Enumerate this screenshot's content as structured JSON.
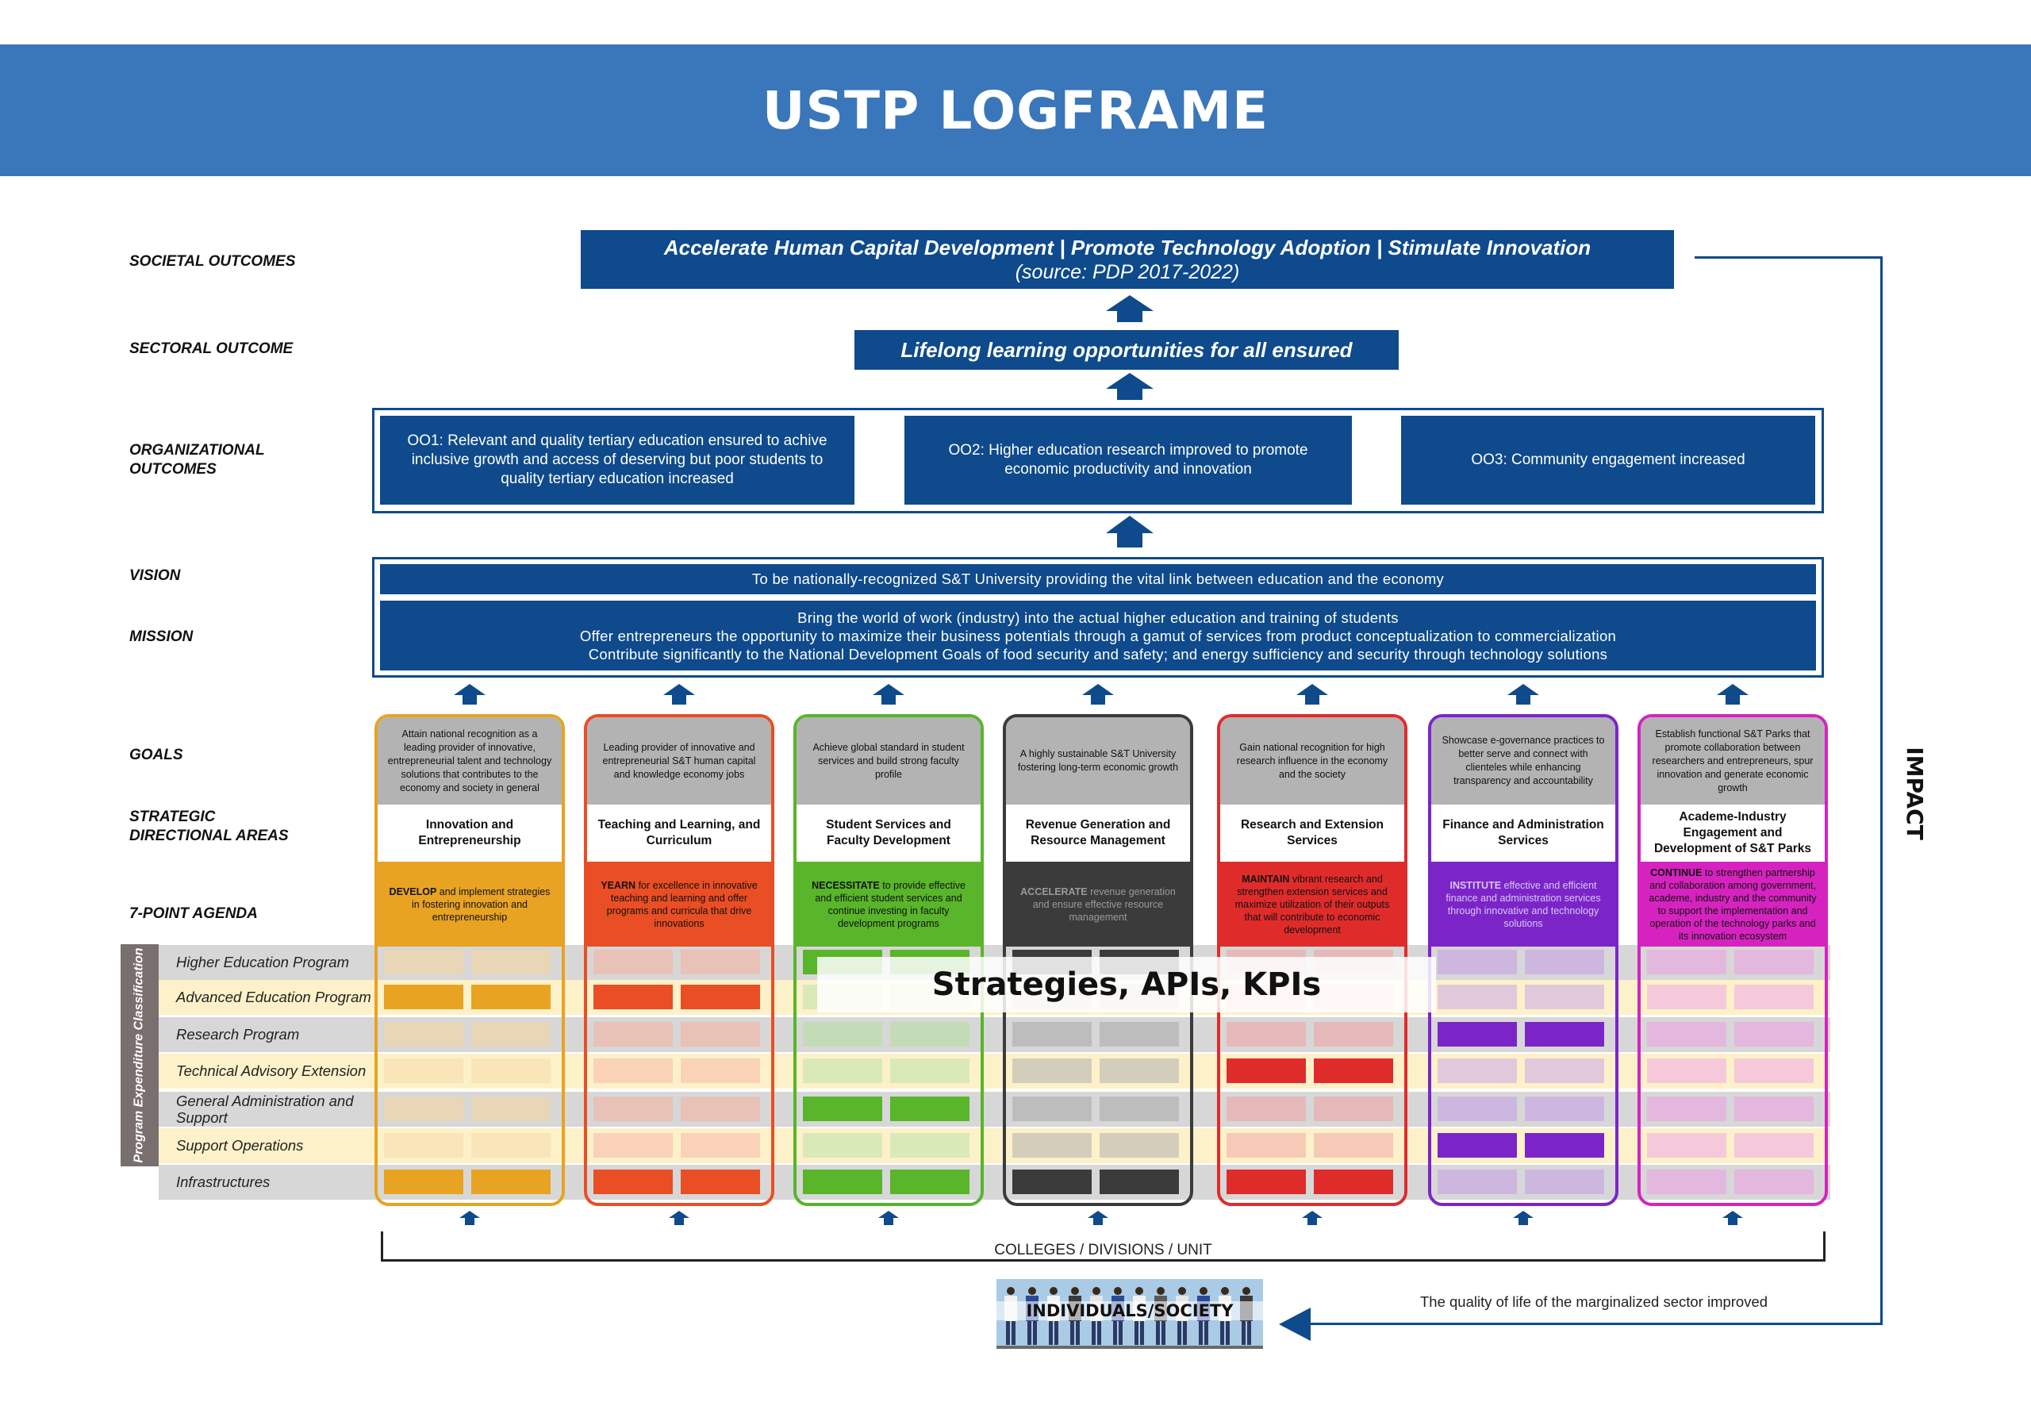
{
  "title": "USTP LOGFRAME",
  "row_labels": {
    "societal": "SOCIETAL OUTCOMES",
    "sectoral": "SECTORAL OUTCOME",
    "organizational": "ORGANIZATIONAL\nOUTCOMES",
    "vision": "VISION",
    "mission": "MISSION",
    "goals": "GOALS",
    "sda": "STRATEGIC\nDIRECTIONAL AREAS",
    "agenda": "7-POINT AGENDA"
  },
  "societal": {
    "line1": "Accelerate Human Capital Development | Promote Technology Adoption | Stimulate Innovation",
    "line2": "(source: PDP 2017-2022)"
  },
  "sectoral": "Lifelong learning opportunities for all ensured",
  "organizational": [
    "OO1: Relevant and quality tertiary education ensured to achive inclusive growth and access of deserving but poor students to quality tertiary education increased",
    "OO2: Higher education research improved to promote economic productivity and innovation",
    "OO3: Community engagement increased"
  ],
  "vision": "To be nationally-recognized S&T University providing the vital link between education and the economy",
  "mission": [
    "Bring the world of work (industry) into the actual higher education and training of students",
    "Offer entrepreneurs the opportunity to maximize their business potentials through a gamut of services from product conceptualization to commercialization",
    "Contribute significantly to the National Development Goals of food security and safety; and energy sufficiency and security through technology solutions"
  ],
  "columns": [
    {
      "goal": "Attain national recognition as a leading provider of innovative, entrepreneurial talent and technology solutions that contributes to the economy and society in general",
      "sda": "Innovation and Entrepreneurship",
      "agenda_key": "DEVELOP",
      "agenda_rest": " and implement strategies in fostering innovation and entrepreneurship",
      "color": "#e8a322",
      "agenda_text_color": "#111111"
    },
    {
      "goal": "Leading provider of innovative and entrepreneurial S&T human capital and knowledge economy jobs",
      "sda": "Teaching and Learning, and Curriculum",
      "agenda_key": "YEARN",
      "agenda_rest": " for excellence in innovative teaching and learning and offer programs and curricula that drive innovations",
      "color": "#e94e24",
      "agenda_text_color": "#111111"
    },
    {
      "goal": "Achieve global standard in student services and build strong faculty profile",
      "sda": "Student Services and Faculty Development",
      "agenda_key": "NECESSITATE",
      "agenda_rest": " to provide effective and efficient student services and continue investing in faculty development programs",
      "color": "#59b52a",
      "agenda_text_color": "#111111"
    },
    {
      "goal": "A highly sustainable S&T University fostering long-term economic growth",
      "sda": "Revenue Generation and Resource Management",
      "agenda_key": "ACCELERATE",
      "agenda_rest": " revenue generation and ensure effective resource management",
      "color": "#3b3b3b",
      "agenda_text_color": "#9a9a9a"
    },
    {
      "goal": "Gain national recognition for high research influence in the economy and the society",
      "sda": "Research and Extension Services",
      "agenda_key": "MAINTAIN",
      "agenda_rest": " vibrant research and strengthen extension services and maximize utilization of their outputs that will contribute to economic development",
      "color": "#e02b2b",
      "agenda_text_color": "#111111"
    },
    {
      "goal": "Showcase e-governance practices to better serve and connect with clienteles while enhancing transparency and accountability",
      "sda": "Finance and Administration Services",
      "agenda_key": "INSTITUTE",
      "agenda_rest": " effective and efficient finance and administration services through innovative and technology solutions",
      "color": "#7b25c9",
      "agenda_text_color": "#d9c7f0"
    },
    {
      "goal": "Establish functional S&T Parks that promote collaboration between researchers and entrepreneurs, spur innovation and generate economic growth",
      "sda": "Academe-Industry Engagement and Development of S&T Parks",
      "agenda_key": "CONTINUE",
      "agenda_rest": " to strengthen partnership and collaboration among government, academe, industry and the community to support the implementation and operation of the technology parks and its innovation ecosystem",
      "color": "#d623c0",
      "agenda_text_color": "#111111"
    }
  ],
  "program_classification_label": "Program Expenditure Classification",
  "programs": [
    "Higher Education Program",
    "Advanced Education Program",
    "Research Program",
    "Technical Advisory Extension",
    "General Administration and Support",
    "Support Operations",
    "Infrastructures"
  ],
  "overlay_text": "Strategies, APIs, KPIs",
  "colleges": "COLLEGES / DIVISIONS / UNIT",
  "individuals": "INDIVIDUALS/SOCIETY",
  "impact": "IMPACT",
  "quality_of_life": "The quality of life of the marginalized sector improved"
}
